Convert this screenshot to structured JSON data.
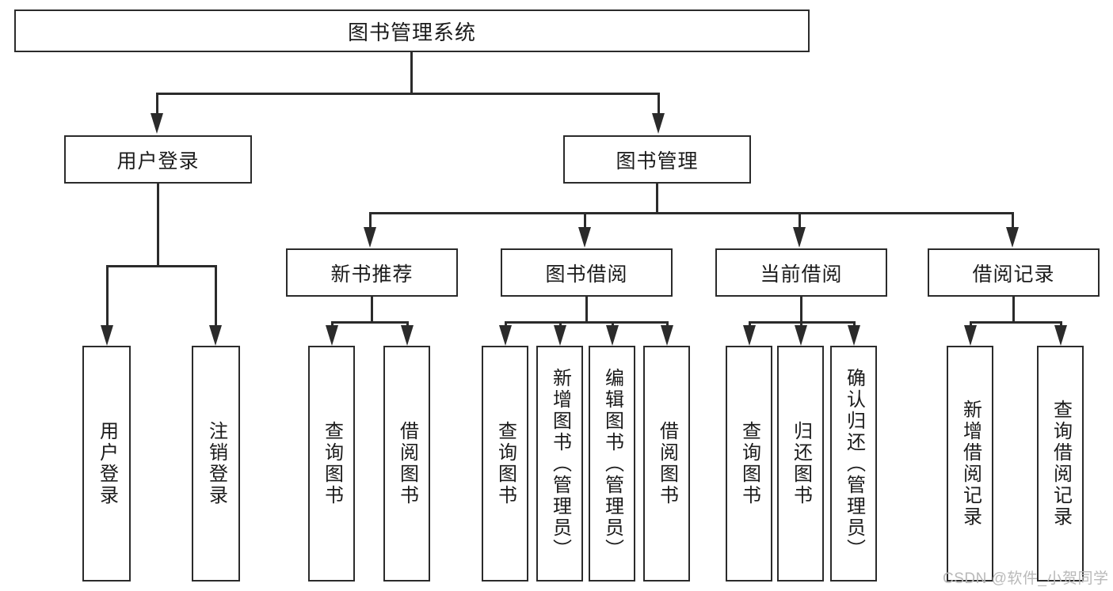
{
  "diagram": {
    "type": "tree-hierarchy",
    "title": "图书管理系统",
    "root": {
      "id": "root",
      "label": "图书管理系统"
    },
    "level2": [
      {
        "id": "user-login",
        "label": "用户登录"
      },
      {
        "id": "book-management",
        "label": "图书管理"
      }
    ],
    "level3": [
      {
        "id": "new-book-recommend",
        "label": "新书推荐",
        "parent": "book-management"
      },
      {
        "id": "book-borrow",
        "label": "图书借阅",
        "parent": "book-management"
      },
      {
        "id": "current-borrow",
        "label": "当前借阅",
        "parent": "book-management"
      },
      {
        "id": "borrow-record",
        "label": "借阅记录",
        "parent": "book-management"
      }
    ],
    "leaves": [
      {
        "id": "leaf-user-login",
        "label": "用户登录",
        "parent": "user-login"
      },
      {
        "id": "leaf-user-logout",
        "label": "注销登录",
        "parent": "user-login"
      },
      {
        "id": "leaf-query-book-1",
        "label": "查询图书",
        "parent": "new-book-recommend"
      },
      {
        "id": "leaf-borrow-book-1",
        "label": "借阅图书",
        "parent": "new-book-recommend"
      },
      {
        "id": "leaf-query-book-2",
        "label": "查询图书",
        "parent": "book-borrow"
      },
      {
        "id": "leaf-add-book",
        "label": "新增图书（管理员）",
        "parent": "book-borrow"
      },
      {
        "id": "leaf-edit-book",
        "label": "编辑图书（管理员）",
        "parent": "book-borrow"
      },
      {
        "id": "leaf-borrow-book-2",
        "label": "借阅图书",
        "parent": "book-borrow"
      },
      {
        "id": "leaf-query-book-3",
        "label": "查询图书",
        "parent": "current-borrow"
      },
      {
        "id": "leaf-return-book",
        "label": "归还图书",
        "parent": "current-borrow"
      },
      {
        "id": "leaf-confirm-return",
        "label": "确认归还（管理员）",
        "parent": "current-borrow"
      },
      {
        "id": "leaf-add-record",
        "label": "新增借阅记录",
        "parent": "borrow-record"
      },
      {
        "id": "leaf-query-record",
        "label": "查询借阅记录",
        "parent": "borrow-record"
      }
    ],
    "watermark": "CSDN @软件_小贺同学",
    "colors": {
      "stroke": "#2b2b2b",
      "background": "#ffffff",
      "text": "#1b1b1b",
      "watermark": "#b9b9b9"
    }
  }
}
